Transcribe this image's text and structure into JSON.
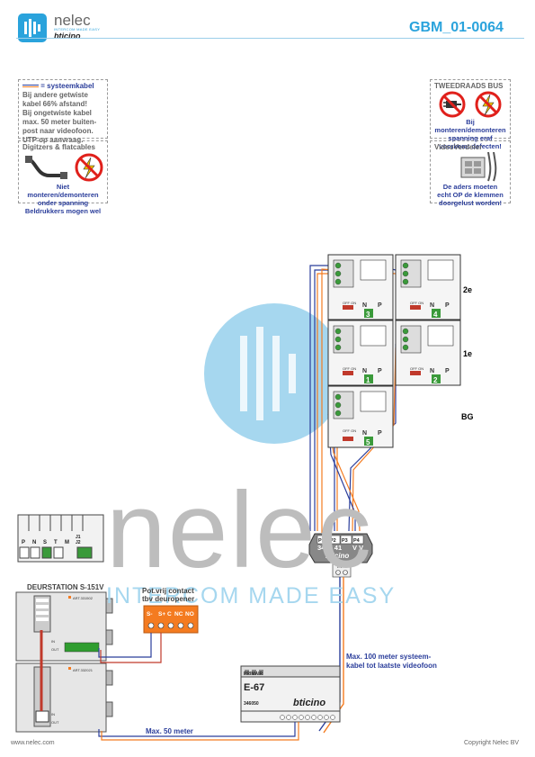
{
  "header": {
    "doc_code": "GBM_01-0064",
    "logo_name": "nelec",
    "logo_tagline": "INTERCOM MADE EASY",
    "partner_brand": "bticino"
  },
  "notes": {
    "cable": {
      "heading": "= systeemkabel",
      "lines": [
        "Bij andere getwiste",
        "kabel 66% afstand!",
        "Bij ongetwiste kabel",
        "max. 50 meter buiten-",
        "post naar videofoon.",
        "UTP op aanvraag."
      ]
    },
    "digitizers": {
      "heading": "Digitzers & flatcables",
      "lines": [
        "Niet monteren/demonteren",
        "onder spanning",
        "Beldrukkers mogen wel"
      ]
    },
    "bus": {
      "heading": "TWEEDRAADS BUS",
      "lines": [
        "Bij monteren/demonteren",
        "spanning eraf",
        "voorkomt defecten!"
      ]
    },
    "video": {
      "heading": "VideoVerdeler",
      "lines": [
        "De aders moeten",
        "echt OP de klemmen",
        "doorgelust worden!"
      ]
    }
  },
  "watermark": {
    "name": "nelec",
    "tagline": "INTERCOM MADE EASY"
  },
  "floors": [
    "2e",
    "1e",
    "BG"
  ],
  "monitors": {
    "labels": [
      "3",
      "4",
      "1",
      "2",
      "5"
    ],
    "switch": "OFF ON",
    "n": "N",
    "p": "P"
  },
  "distributor": {
    "ports": [
      "P1",
      "P2",
      "P3",
      "P4"
    ],
    "code": "3468 41",
    "vv": "V V",
    "brand": "bticino",
    "in": "IN"
  },
  "door_station": {
    "title": "DEURSTATION S-151V",
    "terminal_labels": [
      "P",
      "N",
      "S",
      "T",
      "M",
      "J1",
      "J2"
    ],
    "module_top": "ART.331502",
    "module_bottom": "ART.332021"
  },
  "relay": {
    "title_line1": "Pot.vrij contact",
    "title_line2": "tbv deuropener",
    "terminals": [
      "S-",
      "S+",
      "C",
      "NC",
      "NO"
    ]
  },
  "power_supply": {
    "header": "PRIMAIR",
    "model": "E-67",
    "code": "346050",
    "brand": "bticino"
  },
  "annotations": {
    "max100_line1": "Max. 100 meter systeem-",
    "max100_line2": "kabel tot laatste videofoon",
    "max50": "Max. 50 meter"
  },
  "footer": {
    "left": "www.nelec.com",
    "right": "Copyright Nelec BV"
  },
  "colors": {
    "brand_blue": "#2aa3dc",
    "label_blue": "#2b3e9b",
    "relay_orange": "#f47b20",
    "green_display": "#3a9a3a"
  }
}
